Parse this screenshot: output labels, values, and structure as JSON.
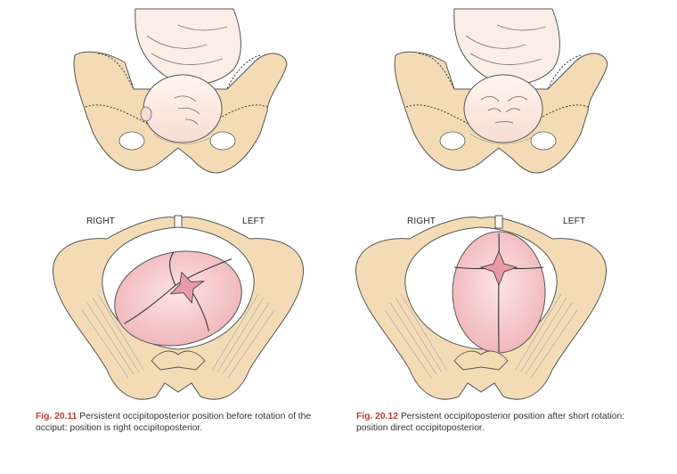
{
  "figures": [
    {
      "label_right": "RIGHT",
      "label_left": "LEFT",
      "fig_number": "Fig. 20.11",
      "caption_text": "Persistent occipitoposterior position before rotation of the occiput: position is right occipitoposterior."
    },
    {
      "label_right": "RIGHT",
      "label_left": "LEFT",
      "fig_number": "Fig. 20.12",
      "caption_text": "Persistent occipitoposterior position after short rotation: position direct occipitoposterior."
    }
  ],
  "colors": {
    "bone": "#f3dcb5",
    "bone_stroke": "#555555",
    "head": "#f6c9c9",
    "fontanelle": "#ea9aa6",
    "skin": "#fbeee6",
    "caption_number": "#c0392b"
  }
}
